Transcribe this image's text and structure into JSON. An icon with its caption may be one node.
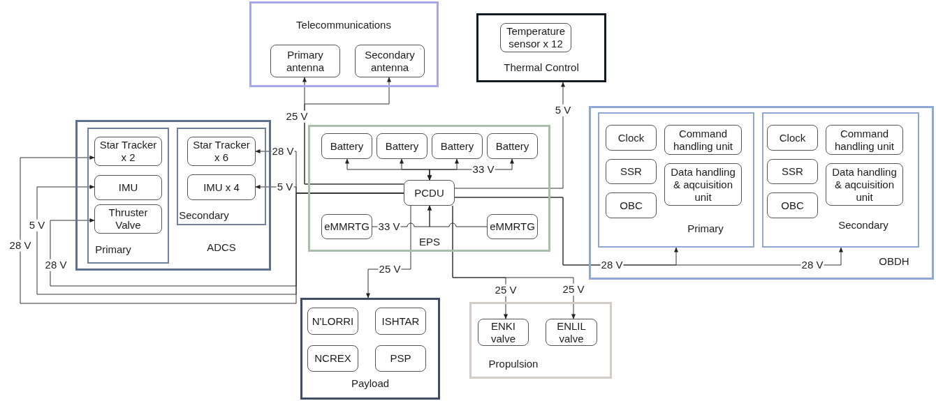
{
  "diagram": {
    "nodes": [
      {
        "text": [
          "Telecommunications"
        ]
      },
      {
        "text": [
          "Primary antenna"
        ],
        "in": 0
      },
      {
        "text": [
          "Secondary antenna"
        ],
        "in": 0
      },
      {
        "text": [
          "Thermal Control"
        ]
      },
      {
        "text": [
          "Temperature sensor x 12"
        ],
        "in": 3
      },
      {
        "text": [
          "ADCS"
        ]
      },
      {
        "text": [
          "Primary"
        ],
        "in": 5
      },
      {
        "text": [
          "Star Tracker x 2"
        ],
        "in": 6
      },
      {
        "text": [
          "IMU"
        ],
        "in": 6
      },
      {
        "text": [
          "Thruster Valve"
        ],
        "in": 6
      },
      {
        "text": [
          "Secondary"
        ],
        "in": 5
      },
      {
        "text": [
          "Star Tracker x 6"
        ],
        "in": 10
      },
      {
        "text": [
          "IMU x 4"
        ],
        "in": 10
      },
      {
        "text": [
          "EPS"
        ]
      },
      {
        "text": [
          "Battery"
        ],
        "in": 13
      },
      {
        "text": [
          "Battery"
        ],
        "in": 13
      },
      {
        "text": [
          "Battery"
        ],
        "in": 13
      },
      {
        "text": [
          "Battery"
        ],
        "in": 13
      },
      {
        "text": [
          "PCDU"
        ],
        "in": 13
      },
      {
        "text": [
          "eMMRTG"
        ],
        "in": 13
      },
      {
        "text": [
          "eMMRTG"
        ],
        "in": 13
      },
      {
        "text": [
          "OBDH"
        ]
      },
      {
        "text": [
          "Primary"
        ],
        "in": 21
      },
      {
        "text": [
          "Clock"
        ],
        "in": 22
      },
      {
        "text": [
          "Command handling unit"
        ],
        "in": 22
      },
      {
        "text": [
          "SSR"
        ],
        "in": 22
      },
      {
        "text": [
          "Data handling & aqcuisition unit"
        ],
        "in": 22
      },
      {
        "text": [
          "OBC"
        ],
        "in": 22
      },
      {
        "text": [
          "Secondary"
        ],
        "in": 21
      },
      {
        "text": [
          "Clock"
        ],
        "in": 28
      },
      {
        "text": [
          "Command handling unit"
        ],
        "in": 28
      },
      {
        "text": [
          "SSR"
        ],
        "in": 28
      },
      {
        "text": [
          "Data handling & aqcuisition unit"
        ],
        "in": 28
      },
      {
        "text": [
          "OBC"
        ],
        "in": 28
      },
      {
        "text": [
          "Payload"
        ]
      },
      {
        "text": [
          "N'LORRI"
        ],
        "in": 34
      },
      {
        "text": [
          "ISHTAR"
        ],
        "in": 34
      },
      {
        "text": [
          "NCREX"
        ],
        "in": 34
      },
      {
        "text": [
          "PSP"
        ],
        "in": 34
      },
      {
        "text": [
          "Propulsion"
        ]
      },
      {
        "text": [
          "ENKI valve"
        ],
        "in": 39
      },
      {
        "text": [
          "ENLIL valve"
        ],
        "in": 39
      }
    ],
    "edges": [
      {
        "from": 18,
        "to": 1,
        "arrow": "to",
        "label": "25 V"
      },
      {
        "from": 18,
        "to": 2,
        "arrow": "to"
      },
      {
        "from": 18,
        "to": 3,
        "arrow": "to",
        "label": "5 V"
      },
      {
        "from": 18,
        "to": 14,
        "arrow": "both"
      },
      {
        "from": 18,
        "to": 15,
        "arrow": "both"
      },
      {
        "from": 18,
        "to": 16,
        "arrow": "both"
      },
      {
        "from": 18,
        "to": 17,
        "arrow": "both",
        "label": "33 V"
      },
      {
        "from": 19,
        "to": 18,
        "arrow": "to",
        "label": "33 V"
      },
      {
        "from": 20,
        "to": 18,
        "arrow": "to"
      },
      {
        "from": 18,
        "to": 34,
        "arrow": "to",
        "label": "25 V"
      },
      {
        "from": 18,
        "to": 40,
        "arrow": "to",
        "label": "25 V"
      },
      {
        "from": 18,
        "to": 41,
        "arrow": "to",
        "label": "25 V"
      },
      {
        "from": 18,
        "to": 22,
        "arrow": "to",
        "label": "28 V"
      },
      {
        "from": 18,
        "to": 28,
        "arrow": "to",
        "label": "28 V"
      },
      {
        "from": 18,
        "to": 11,
        "arrow": "to",
        "label": "28 V"
      },
      {
        "from": 18,
        "to": 12,
        "arrow": "to",
        "label": "5 V"
      },
      {
        "from": 18,
        "to": 9,
        "arrow": "to",
        "label": "28 V"
      },
      {
        "from": 18,
        "to": 8,
        "arrow": "to",
        "label": "5 V"
      },
      {
        "from": 18,
        "to": 7,
        "arrow": "to",
        "label": "28 V"
      }
    ]
  }
}
